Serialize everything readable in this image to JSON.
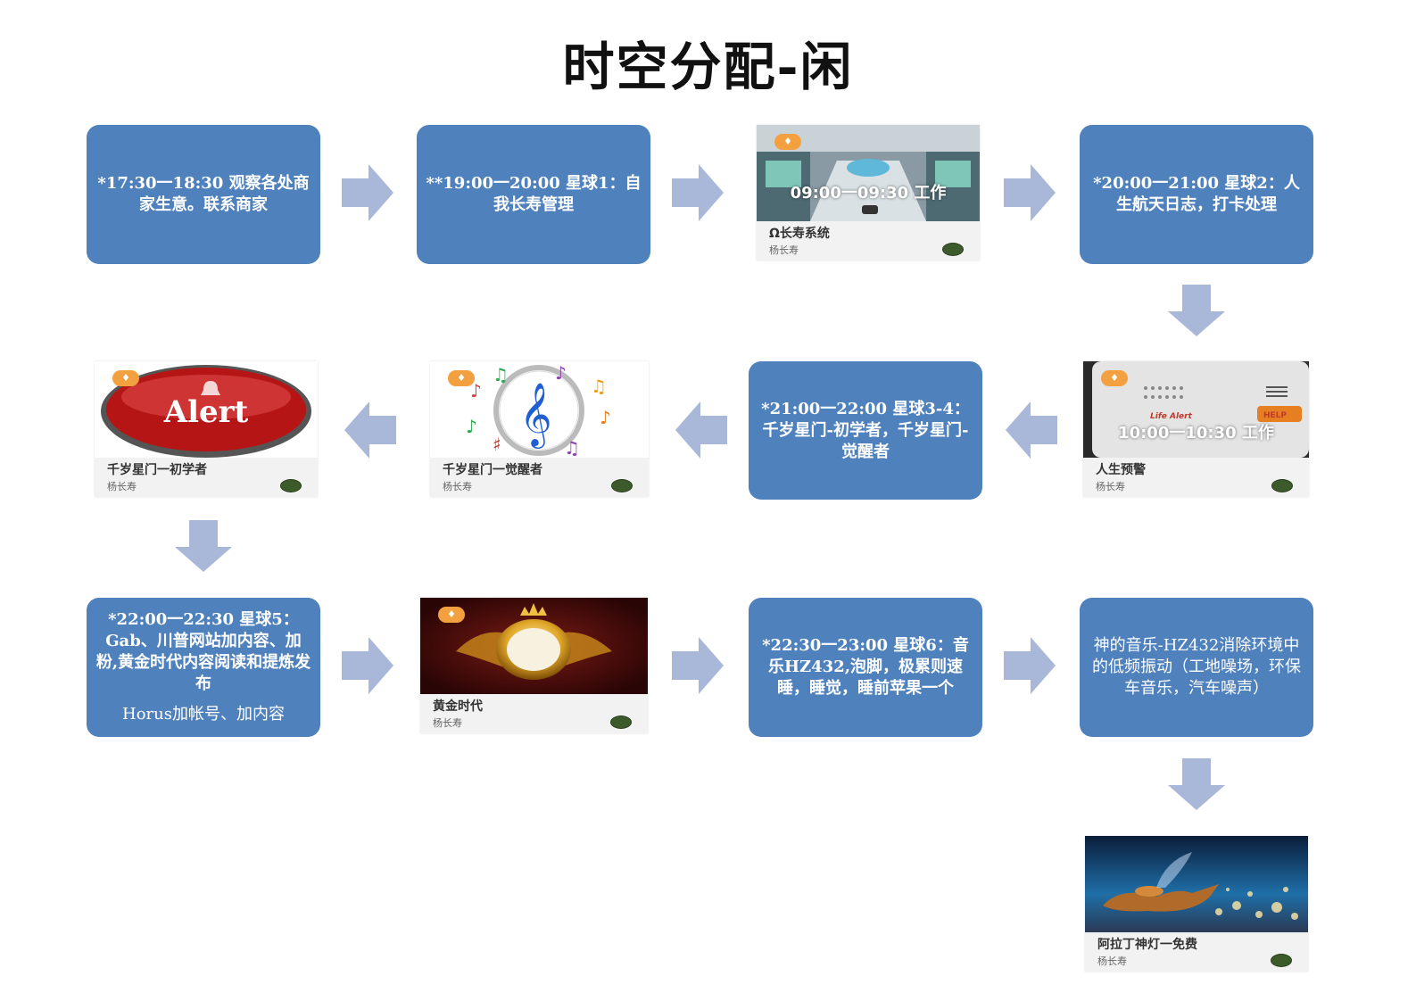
{
  "title": "时空分配-闲",
  "colors": {
    "box": "#4f81bd",
    "arrow": "#a9b8d8",
    "badge": "#f3a040"
  },
  "steps": {
    "s1": "*17:30一18:30 观察各处商家生意。联系商家",
    "s2": "**19:00一20:00  星球1：自我长寿管理",
    "s4": "*20:00一21:00  星球2：人生航天日志，打卡处理",
    "s6": "*21:00一22:00 星球3-4：千岁星门-初学者，千岁星门-觉醒者",
    "s9": "*22:00一22:30 星球5：Gab、川普网站加内容、加粉,黄金时代内容阅读和提炼发布",
    "s9_sub": "Horus加帐号、加内容",
    "s11": "*22:30一23:00 星球6：音乐HZ432,泡脚，极累则速睡，睡觉，睡前苹果一个",
    "s12": "神的音乐-HZ432消除环境中的低频振动（工地噪场，环保车音乐，汽车噪声）"
  },
  "cards": {
    "c3": {
      "name": "Ω长寿系统",
      "author": "杨长寿",
      "overlay": "09:00一09:30 工作",
      "icon": "space-station-image"
    },
    "c5": {
      "name": "人生预警",
      "author": "杨长寿",
      "overlay": "10:00一10:30 工作",
      "icon": "life-alert-device-image",
      "device_label": "Life Alert",
      "device_button": "HELP"
    },
    "c7": {
      "name": "千岁星门一觉醒者",
      "author": "杨长寿",
      "icon": "music-notes-image"
    },
    "c8": {
      "name": "千岁星门一初学者",
      "author": "杨长寿",
      "icon": "alert-button-image",
      "button_text": "Alert"
    },
    "c10": {
      "name": "黄金时代",
      "author": "杨长寿",
      "icon": "golden-emblem-image"
    },
    "c13": {
      "name": "阿拉丁神灯一免费",
      "author": "杨长寿",
      "icon": "magic-lamp-image"
    }
  }
}
